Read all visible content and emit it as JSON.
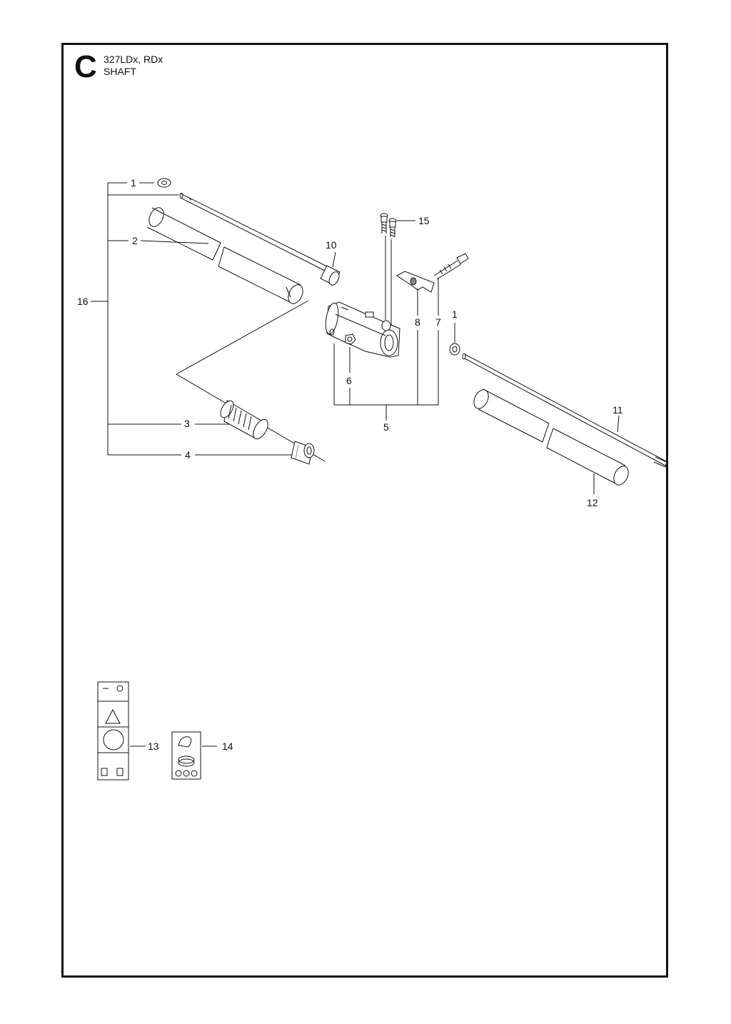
{
  "header": {
    "section_letter": "C",
    "model": "327LDx, RDx",
    "part_name": "SHAFT"
  },
  "callouts": {
    "c1_top": "1",
    "c1_right": "1",
    "c2": "2",
    "c3": "3",
    "c4": "4",
    "c5": "5",
    "c6": "6",
    "c7": "7",
    "c8": "8",
    "c10": "10",
    "c11": "11",
    "c12": "12",
    "c13": "13",
    "c14": "14",
    "c15": "15",
    "c16": "16"
  },
  "colors": {
    "line": "#111111",
    "shade": "#8a8a8a",
    "light": "#d8d8d8"
  }
}
